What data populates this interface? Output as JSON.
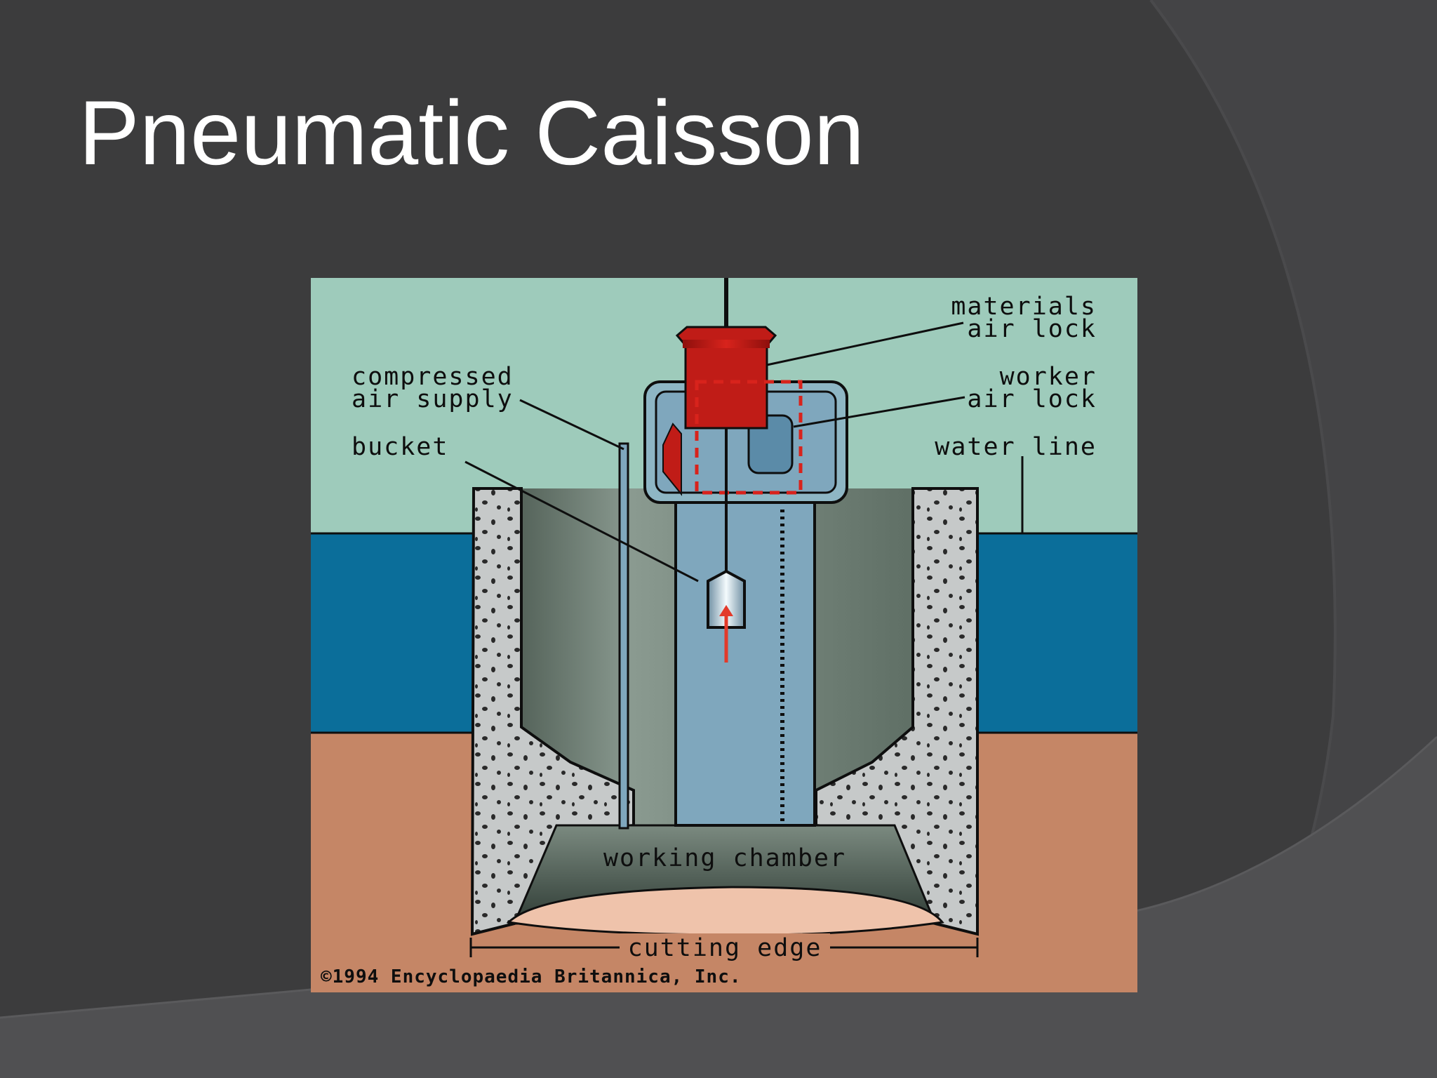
{
  "slide": {
    "title": "Pneumatic Caisson"
  },
  "diagram": {
    "labels": {
      "materials_air_lock_1": "materials",
      "materials_air_lock_2": "air lock",
      "compressed_air_supply_1": "compressed",
      "compressed_air_supply_2": "air supply",
      "worker_air_lock_1": "worker",
      "worker_air_lock_2": "air lock",
      "bucket": "bucket",
      "water_line": "water line",
      "working_chamber": "working chamber",
      "cutting_edge": "cutting edge"
    },
    "copyright": "©1994 Encyclopaedia Britannica, Inc.",
    "colors": {
      "sky": "#9ecbbb",
      "water": "#0b6e9a",
      "soil": "#c58666",
      "concrete": "#c6c9c9",
      "air_lock": "#c01c17",
      "shaft": "#7fa7bd",
      "slide_background": "#3c3c3d"
    }
  }
}
